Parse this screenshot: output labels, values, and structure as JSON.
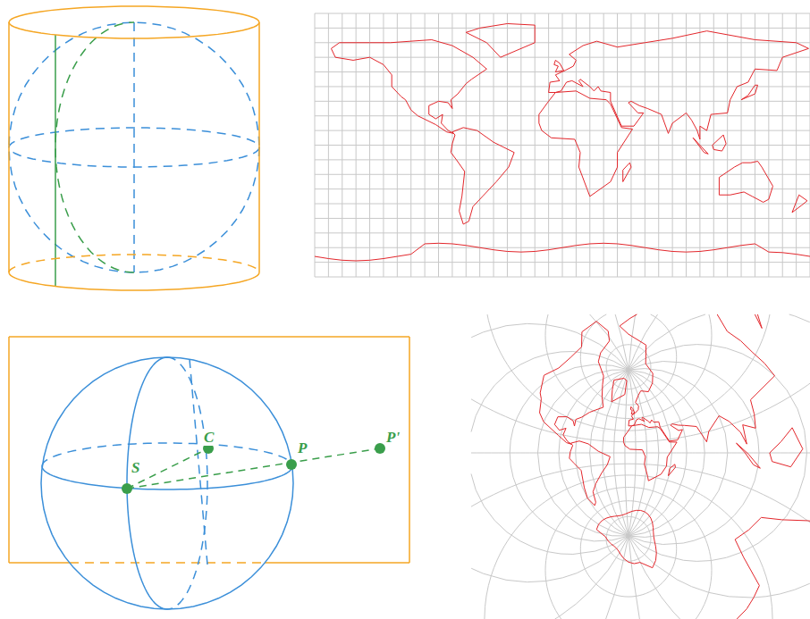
{
  "diagram": {
    "labels": [
      "C",
      "S",
      "P",
      "P'"
    ]
  }
}
